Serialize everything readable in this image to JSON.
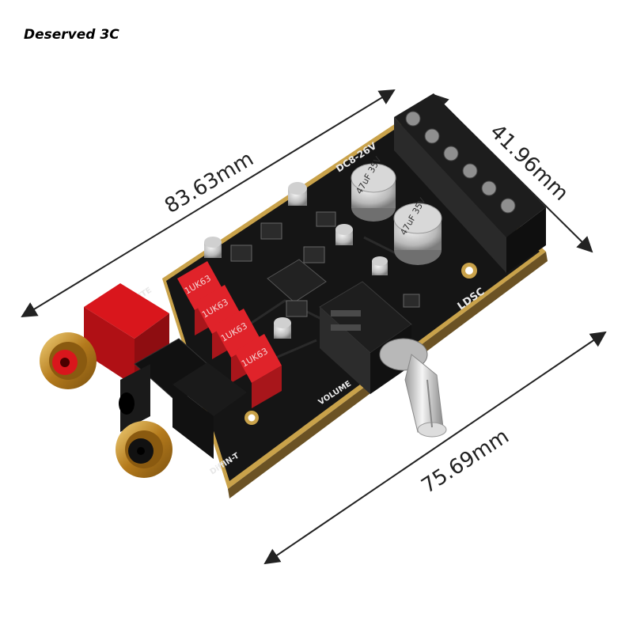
{
  "watermark": "Deserved 3C",
  "dimensions": {
    "top_length": "83.63mm",
    "right_width": "41.96mm",
    "bottom_length": "75.69mm"
  },
  "board_labels": {
    "power": "DC8-26V",
    "brand": "LDSC",
    "volume": "VOLUME",
    "mute": "UTE",
    "input": "DiffIN-T",
    "cap_marking": "47uF 35V",
    "resistor_marking": "1UK63"
  },
  "colors": {
    "pcb": "#151515",
    "pcb_edge": "#c9a24a",
    "rca_red": "#d9161c",
    "gold": "#c8962a",
    "resistor": "#e0232a"
  }
}
